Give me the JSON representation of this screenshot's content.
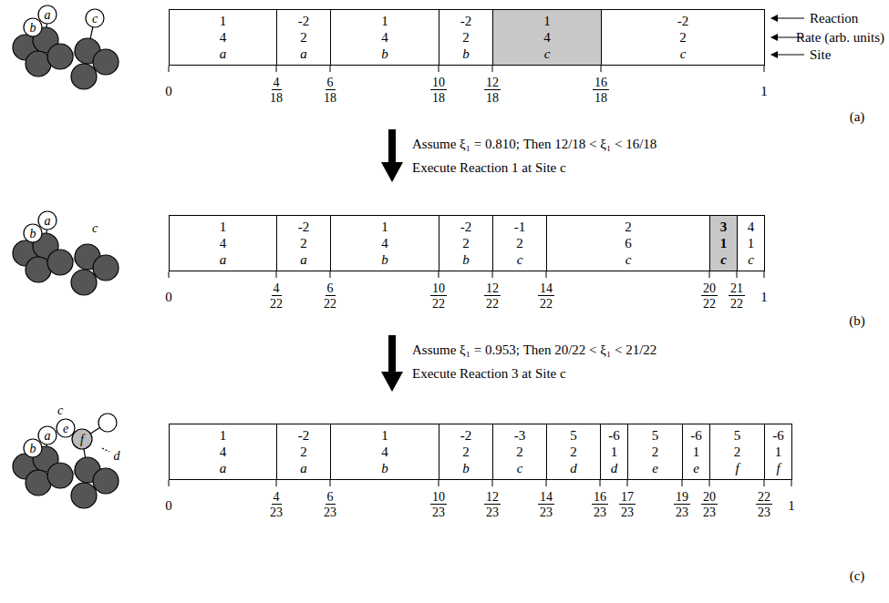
{
  "diagram": {
    "nodes": [
      {
        "text": [
          "1",
          "4",
          "a"
        ]
      },
      {
        "text": [
          "-2",
          "2",
          "a"
        ]
      },
      {
        "text": [
          "1",
          "4",
          "b"
        ]
      },
      {
        "text": [
          "-2",
          "2",
          "b"
        ]
      },
      {
        "text": [
          "1",
          "4",
          "c"
        ]
      },
      {
        "text": [
          "-2",
          "2",
          "c"
        ]
      },
      {
        "text": [
          "1",
          "4",
          "a"
        ]
      },
      {
        "text": [
          "-2",
          "2",
          "a"
        ]
      },
      {
        "text": [
          "1",
          "4",
          "b"
        ]
      },
      {
        "text": [
          "-2",
          "2",
          "b"
        ]
      },
      {
        "text": [
          "-1",
          "2",
          "c"
        ]
      },
      {
        "text": [
          "2",
          "6",
          "c"
        ]
      },
      {
        "text": [
          "3",
          "1",
          "c"
        ]
      },
      {
        "text": [
          "4",
          "1",
          "c"
        ]
      },
      {
        "text": [
          "1",
          "4",
          "a"
        ]
      },
      {
        "text": [
          "-2",
          "2",
          "a"
        ]
      },
      {
        "text": [
          "1",
          "4",
          "b"
        ]
      },
      {
        "text": [
          "-2",
          "2",
          "b"
        ]
      },
      {
        "text": [
          "-3",
          "2",
          "c"
        ]
      },
      {
        "text": [
          "5",
          "2",
          "d"
        ]
      },
      {
        "text": [
          "-6",
          "1",
          "d"
        ]
      },
      {
        "text": [
          "5",
          "2",
          "e"
        ]
      },
      {
        "text": [
          "-6",
          "1",
          "e"
        ]
      },
      {
        "text": [
          "5",
          "2",
          "f"
        ]
      },
      {
        "text": [
          "-6",
          "1",
          "f"
        ]
      }
    ],
    "labels": [
      "a",
      "b",
      "c",
      "Reaction",
      "Rate (arb. units)",
      "Site",
      "0",
      "4",
      "18",
      "6",
      "18",
      "10",
      "18",
      "12",
      "18",
      "16",
      "18",
      "1",
      "(a)",
      "Assume ξ₁ = 0.810; Then 12/18 < ξ₁ < 16/18",
      "Execute Reaction 1 at Site c",
      "a",
      "b",
      "c",
      "0",
      "4",
      "22",
      "6",
      "22",
      "10",
      "22",
      "12",
      "22",
      "14",
      "22",
      "20",
      "22",
      "21",
      "22",
      "1",
      "(b)",
      "Assume ξ₁ = 0.953; Then 20/22 < ξ₁ < 21/22",
      "Execute Reaction 3 at Site c",
      "a",
      "b",
      "c",
      "d",
      "e",
      "f",
      "0",
      "4",
      "23",
      "6",
      "23",
      "10",
      "23",
      "12",
      "23",
      "14",
      "23",
      "16",
      "23",
      "17",
      "23",
      "19",
      "23",
      "20",
      "23",
      "22",
      "23",
      "1",
      "(c)"
    ]
  }
}
